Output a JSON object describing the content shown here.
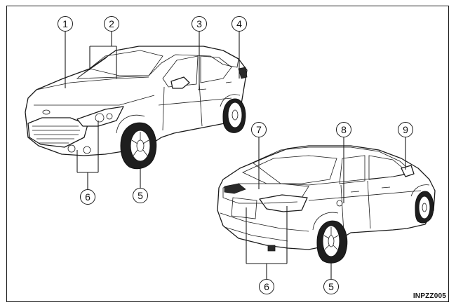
{
  "callouts": [
    {
      "id": "c1",
      "label": "1"
    },
    {
      "id": "c2",
      "label": "2"
    },
    {
      "id": "c3",
      "label": "3"
    },
    {
      "id": "c4",
      "label": "4"
    },
    {
      "id": "c5a",
      "label": "5"
    },
    {
      "id": "c6a",
      "label": "6"
    },
    {
      "id": "c7",
      "label": "7"
    },
    {
      "id": "c8",
      "label": "8"
    },
    {
      "id": "c9",
      "label": "9"
    },
    {
      "id": "c6b",
      "label": "6"
    },
    {
      "id": "c5b",
      "label": "5"
    }
  ],
  "figure_code": "INPZZ005"
}
